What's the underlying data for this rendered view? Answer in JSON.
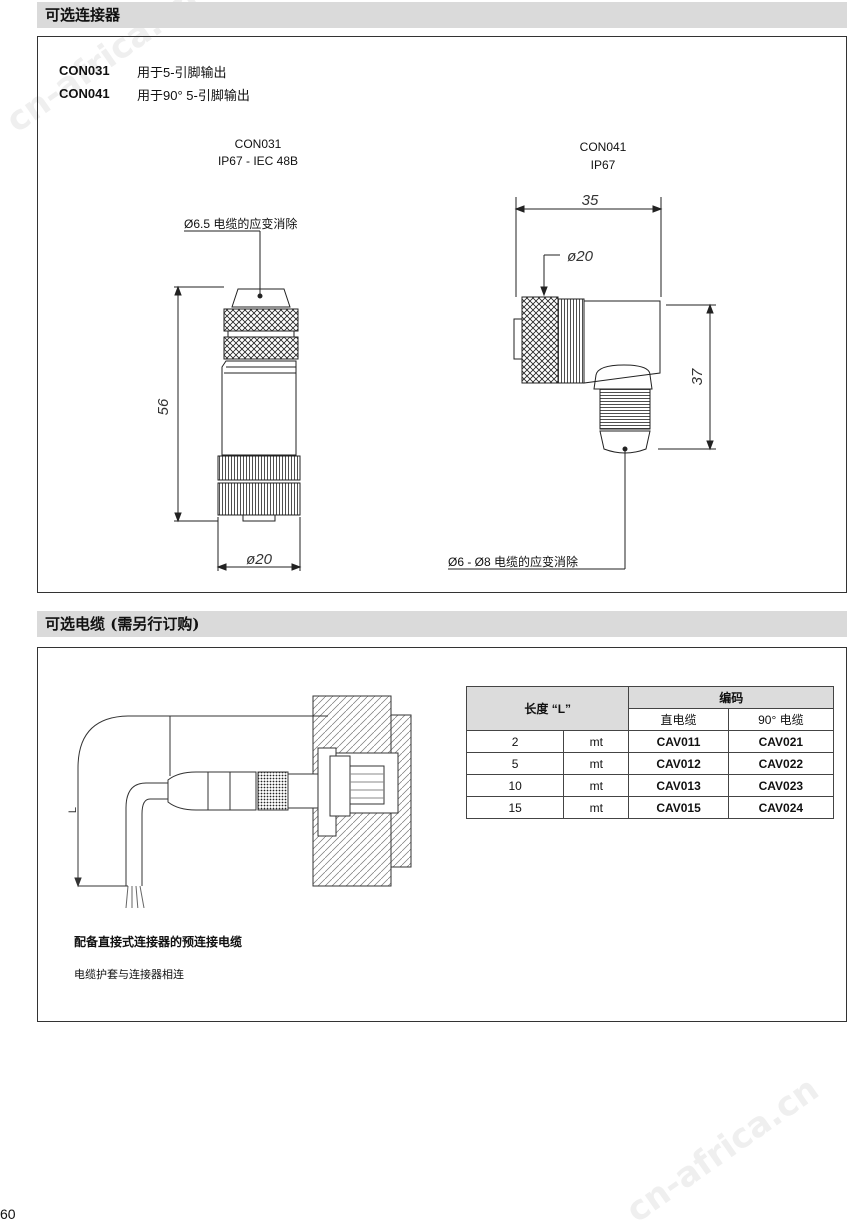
{
  "watermark": "cn-africa.cn",
  "section1": {
    "title": "可选连接器",
    "items": [
      {
        "code": "CON031",
        "desc": "用于5-引脚输出"
      },
      {
        "code": "CON041",
        "desc": "用于90° 5-引脚输出"
      }
    ],
    "left_drawing": {
      "name": "CON031",
      "spec": "IP67 - IEC 48B",
      "cable_note": "Ø6.5 电缆的应变消除",
      "dim_height": "56",
      "dim_diameter": "ø20"
    },
    "right_drawing": {
      "name": "CON041",
      "spec": "IP67",
      "dim_width": "35",
      "dim_diameter": "ø20",
      "dim_height": "37",
      "cable_note": "Ø6 - Ø8 电缆的应变消除"
    }
  },
  "section2": {
    "title": "可选电缆 (需另行订购)",
    "drawing_label": "L",
    "caption_title": "配备直接式连接器的预连接电缆",
    "caption_text": "电缆护套与连接器相连",
    "table": {
      "length_header": "长度 “L”",
      "code_header": "编码",
      "straight_header": "直电缆",
      "angled_header": "90° 电缆",
      "rows": [
        {
          "length": "2",
          "unit": "mt",
          "straight": "CAV011",
          "angled": "CAV021"
        },
        {
          "length": "5",
          "unit": "mt",
          "straight": "CAV012",
          "angled": "CAV022"
        },
        {
          "length": "10",
          "unit": "mt",
          "straight": "CAV013",
          "angled": "CAV023"
        },
        {
          "length": "15",
          "unit": "mt",
          "straight": "CAV015",
          "angled": "CAV024"
        }
      ]
    }
  },
  "page_number": "60"
}
